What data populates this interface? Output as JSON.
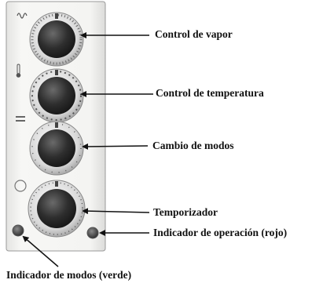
{
  "diagram": {
    "labels": {
      "steam_control": "Control de vapor",
      "temperature_control": "Control de temperatura",
      "mode_selector": "Cambio de modos",
      "timer": "Temporizador",
      "operation_indicator": "Indicador de operación (rojo)",
      "mode_indicator": "Indicador de modos (verde)"
    },
    "icons": [
      "steam-icon",
      "thermometer-icon",
      "mode-bars-icon",
      "timer-circle-icon"
    ],
    "colors": {
      "panel": "#f2f2f0",
      "panel_edge": "#9a9a9a",
      "knob_dark": "#2a2a2a",
      "arrow": "#111111",
      "text": "#111111"
    }
  }
}
